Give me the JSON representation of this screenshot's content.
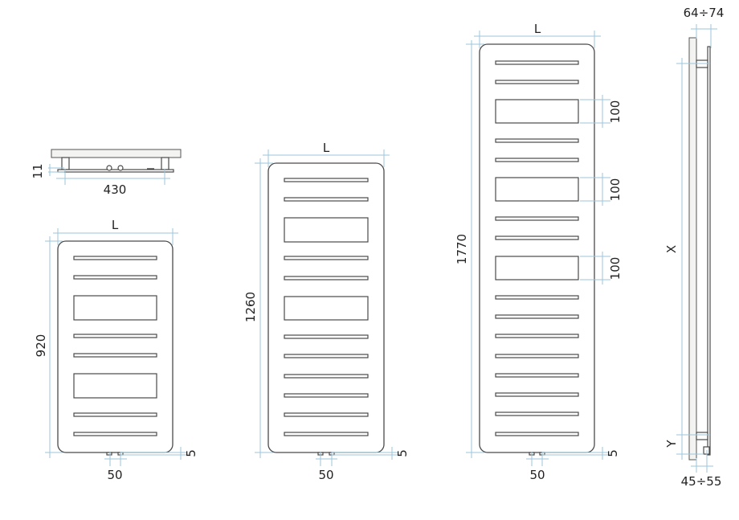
{
  "diagram": {
    "top_view": {
      "depth": "11",
      "width": "430"
    },
    "radiators": [
      {
        "id": "r920",
        "width_label": "L",
        "height_label": "920",
        "spacing_label": "50",
        "offset_label": "5"
      },
      {
        "id": "r1260",
        "width_label": "L",
        "height_label": "1260",
        "spacing_label": "50",
        "offset_label": "5"
      },
      {
        "id": "r1770",
        "width_label": "L",
        "height_label": "1770",
        "spacing_label": "50",
        "offset_label": "5",
        "box_labels": [
          "100",
          "100",
          "100"
        ]
      }
    ],
    "side_view": {
      "top_dim": "64÷74",
      "bottom_dim": "45÷55",
      "x_label": "X",
      "y_label": "Y"
    }
  },
  "colors": {
    "outline": "#4a4a4a",
    "dimension": "#9cc6dc",
    "text": "#222222"
  }
}
